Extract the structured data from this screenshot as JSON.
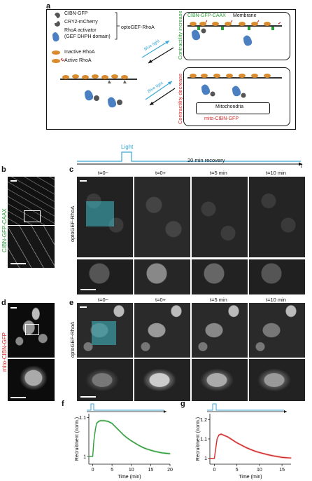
{
  "panels": {
    "a": "a",
    "b": "b",
    "c": "c",
    "d": "d",
    "e": "e",
    "f": "f",
    "g": "g"
  },
  "legend": {
    "cibn_gfp": "CIBN-GFP",
    "cry2": "CRY2-mCherry",
    "rhoa_activator": "RhoA activator",
    "gef_domain": "(GEF DHPH domain)",
    "optogef": "optoGEF-RhoA",
    "inactive": "Inactive RhoA",
    "active": "Active RhoA"
  },
  "membrane_box": {
    "construct": "CIBN-GFP-CAAX",
    "membrane": "Membrane",
    "side": "Contractility increase"
  },
  "mito_box": {
    "mitochondria": "Mitochondria",
    "construct": "mito-CIBN-GFP",
    "side": "Contractility decrease"
  },
  "arrows": {
    "blue_light": "Blue light"
  },
  "timeline": {
    "light": "Light",
    "recovery": "20 min recovery",
    "t": "t"
  },
  "time_labels": [
    "t=0−",
    "t=0+",
    "t=5 min",
    "t=10 min"
  ],
  "row_labels": {
    "b": "CIBN-GFP-CAAX",
    "c": "optoGEF-RhoA",
    "d": "mito-CIBN-GFP",
    "e": "optoGEF-RhoA"
  },
  "colors": {
    "green": "#2e9e3a",
    "red": "#d42a2a",
    "blue": "#3aa6d6",
    "cyan_highlight": "#40bec8"
  },
  "chart_data": [
    {
      "type": "line",
      "panel": "f",
      "ylabel": "Recruitment (norm.)",
      "xlabel": "Time (min)",
      "xlim": [
        -1,
        20
      ],
      "ylim": [
        0.98,
        1.11
      ],
      "xticks": [
        0,
        5,
        10,
        15,
        20
      ],
      "yticks": [
        1,
        1.1
      ],
      "ytick_labels": [
        "1",
        "1.1"
      ],
      "series": [
        {
          "color": "#2e9e3a",
          "x": [
            -1,
            -0.5,
            0,
            0.3,
            0.7,
            1,
            1.5,
            2,
            3,
            4,
            5,
            6,
            7,
            8,
            9,
            10,
            11,
            12,
            13,
            14,
            15,
            16,
            17,
            18,
            19,
            20
          ],
          "y": [
            1.0,
            1.0,
            1.0,
            1.04,
            1.07,
            1.085,
            1.09,
            1.092,
            1.092,
            1.09,
            1.085,
            1.075,
            1.065,
            1.055,
            1.047,
            1.04,
            1.034,
            1.028,
            1.023,
            1.019,
            1.016,
            1.013,
            1.011,
            1.009,
            1.008,
            1.007
          ]
        }
      ]
    },
    {
      "type": "line",
      "panel": "g",
      "ylabel": "Recruitment (norm.)",
      "xlabel": "Time (min)",
      "xlim": [
        -1,
        17
      ],
      "ylim": [
        0.97,
        1.23
      ],
      "xticks": [
        0,
        5,
        10,
        15
      ],
      "yticks": [
        1,
        1.1,
        1.2
      ],
      "ytick_labels": [
        "1",
        "1.1",
        "1.2"
      ],
      "series": [
        {
          "color": "#d42a2a",
          "x": [
            -1,
            -0.5,
            0,
            0.3,
            0.6,
            1,
            1.5,
            2,
            3,
            4,
            5,
            6,
            7,
            8,
            9,
            10,
            11,
            12,
            13,
            14,
            15,
            16,
            17
          ],
          "y": [
            1.0,
            1.0,
            1.0,
            1.05,
            1.1,
            1.12,
            1.125,
            1.12,
            1.11,
            1.095,
            1.08,
            1.068,
            1.056,
            1.046,
            1.037,
            1.03,
            1.024,
            1.018,
            1.013,
            1.009,
            1.005,
            1.003,
            1.002
          ]
        }
      ]
    }
  ]
}
